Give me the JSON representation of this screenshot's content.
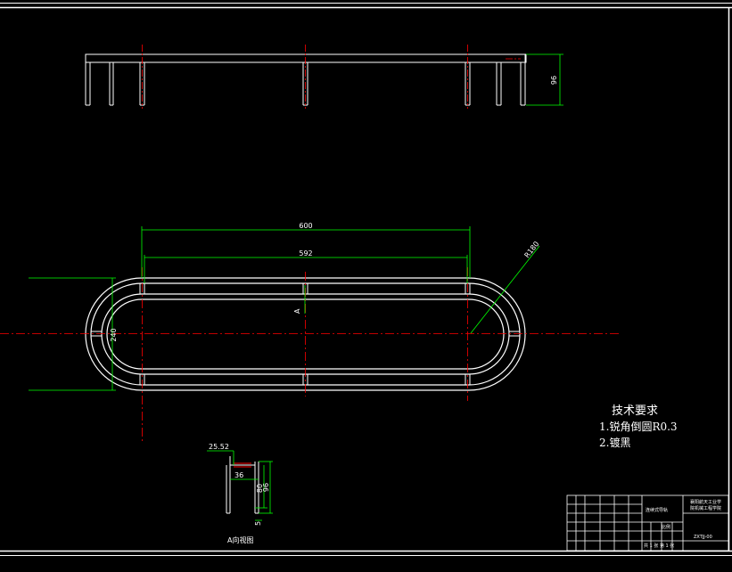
{
  "drawing": {
    "dimensions": {
      "length_outer": "600",
      "length_inner": "592",
      "radius": "R180",
      "width_left": "240",
      "height_side": "96",
      "section_width": "36",
      "section_height": "96",
      "section_inner": "80",
      "section_offset": "25.52",
      "small_a": "5",
      "small_b": "A"
    },
    "section_caption": "A向视图",
    "tech_req": {
      "title": "技术要求",
      "items": [
        "1.锐角倒圆R0.3",
        "2.镀黑"
      ]
    },
    "title_block": {
      "company_line1": "襄阳航天工业学",
      "company_line2": "院机械工程学院",
      "part_name": "连续式导轨",
      "drawing_no": "ZXTJJ-00",
      "scale_label": "比例",
      "sheet_info": "共 1 张   第 1 张"
    }
  },
  "colors": {
    "background": "#000000",
    "outline": "#ffffff",
    "dimension": "#00ff00",
    "centerline": "#ff0000"
  }
}
